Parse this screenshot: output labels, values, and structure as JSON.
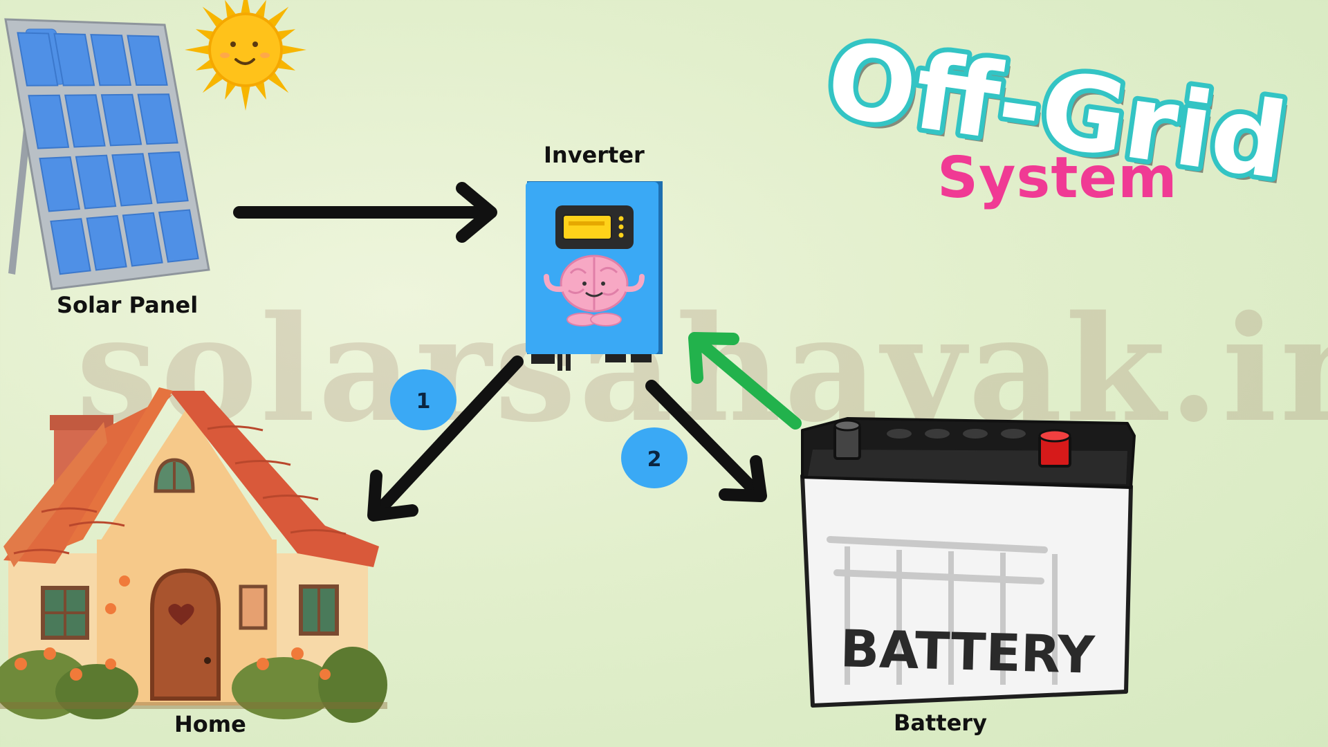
{
  "title": {
    "line1": "Off-Grid",
    "line2": "System"
  },
  "watermark": "solarsahayak.in",
  "components": {
    "solar_panel": "Solar Panel",
    "inverter": "Inverter",
    "home": "Home",
    "battery": "Battery",
    "battery_print": "BATTERY"
  },
  "steps": {
    "step1": "1",
    "step2": "2"
  },
  "colors": {
    "title_teal": "#33c4c4",
    "title_pink": "#f03a94",
    "inverter_blue": "#3aa9f5",
    "badge_blue": "#3aa9f5",
    "arrow_black": "#111111",
    "arrow_green": "#22b24c",
    "sun_yellow": "#ffc21a",
    "battery_black": "#1a1a1a"
  },
  "icons": [
    "solar-panel-icon",
    "sun-icon",
    "inverter-icon",
    "brain-icon",
    "house-icon",
    "battery-icon"
  ]
}
